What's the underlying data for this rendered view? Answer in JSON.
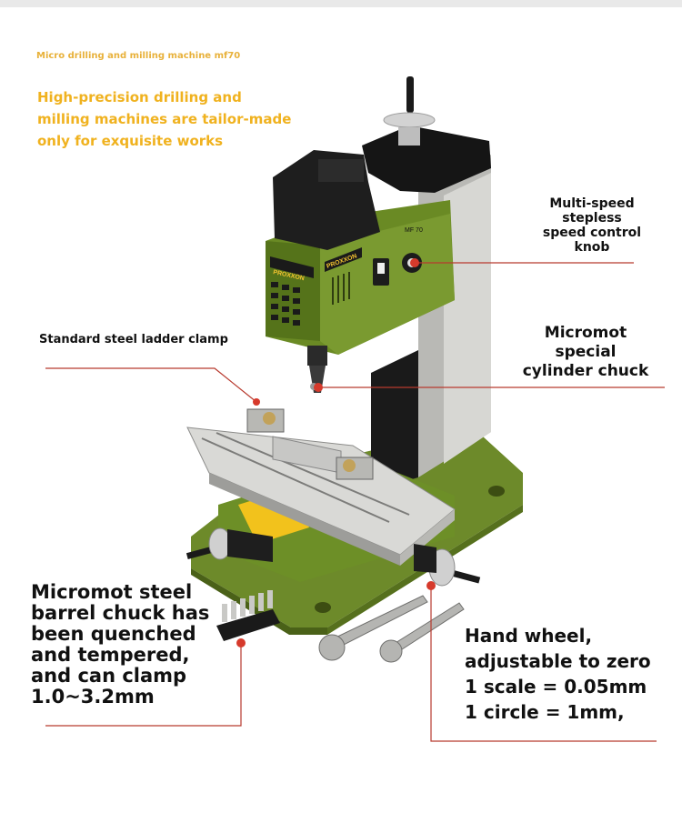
{
  "header": {
    "subtitle": "Micro drilling and milling machine mf70",
    "tagline": "High-precision drilling and\nmilling machines are tailor-made\nonly for exquisite works"
  },
  "machine": {
    "brand": "PROXXON",
    "model": "MF 70"
  },
  "callouts": {
    "speed_knob": "Multi-speed\nstepless\nspeed control\nknob",
    "ladder_clamp": "Standard steel ladder clamp",
    "cylinder_chuck": "Micromot\nspecial\ncylinder chuck",
    "barrel_chuck": "Micromot steel\nbarrel chuck has\nbeen quenched\nand tempered,\nand can clamp\n1.0~3.2mm",
    "hand_wheel": "Hand wheel,\nadjustable to zero\n1 scale = 0.05mm\n1 circle = 1mm,"
  },
  "colors": {
    "accent_gold": "#f0b21f",
    "callout_line": "#c0392b",
    "machine_green": "#6f8a2b",
    "motor_black": "#1b1b1b"
  }
}
